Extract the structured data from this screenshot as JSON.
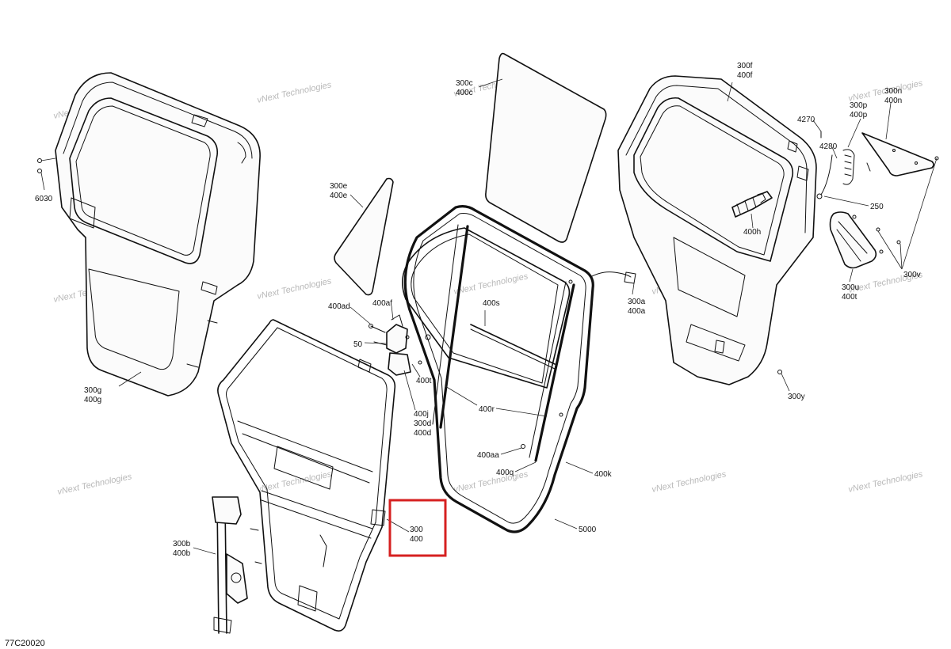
{
  "figure_id": "77C20020",
  "highlight_color": "#d62020",
  "watermark": "vNext Technologies",
  "callouts": {
    "c_6030": "6030",
    "c_300g": "300g",
    "c_400g": "400g",
    "c_300c": "300c",
    "c_400c": "400c",
    "c_300e": "300e",
    "c_400e": "400e",
    "c_400ad": "400ad",
    "c_400af": "400af",
    "c_50": "50",
    "c_400s": "400s",
    "c_400t": "400t",
    "c_400j": "400j",
    "c_300d": "300d",
    "c_400d": "400d",
    "c_400r": "400r",
    "c_300a": "300a",
    "c_400a": "400a",
    "c_400aa": "400aa",
    "c_400q": "400q",
    "c_400k": "400k",
    "c_5000": "5000",
    "c_300": "300",
    "c_400": "400",
    "c_300b": "300b",
    "c_400b": "400b",
    "c_300f": "300f",
    "c_400f": "400f",
    "c_4270": "4270",
    "c_4280": "4280",
    "c_300p": "300p",
    "c_400p": "400p",
    "c_300n": "300n",
    "c_400n": "400n",
    "c_250": "250",
    "c_400h": "400h",
    "c_300u": "300u",
    "c_400t2": "400t",
    "c_300v": "300v",
    "c_300y": "300y"
  }
}
